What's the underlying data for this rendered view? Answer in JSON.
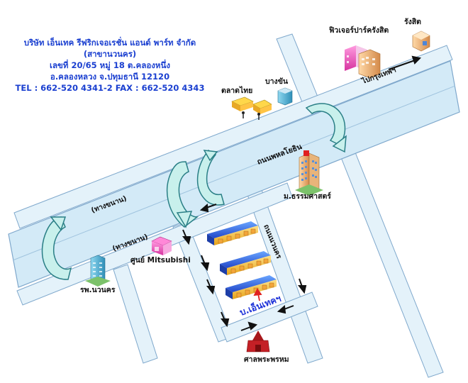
{
  "company": {
    "name": "บริษัท เอ็นเทค รีฟริกเจอเรชั่น แอนด์ พาร์ท จำกัด",
    "branch": "(สาขานวนคร)",
    "address1": "เลขที่ 20/65 หมู่ 18 ต.คลองหนึ่ง",
    "address2": "อ.คลองหลวง จ.ปทุมธานี 12120",
    "phone": "TEL : 662-520 4341-2 FAX : 662-520 4343"
  },
  "colors": {
    "road_fill": "#e4f2fa",
    "road_edge": "#7fa8cc",
    "highway_fill": "#d3eaf7",
    "arrow": "#111111",
    "overpass": "#c8f0ec",
    "overpass_edge": "#2a7f86",
    "company_text": "#1a2fd8",
    "marker": "#e02020"
  },
  "labels": {
    "future_park": "ฟิวเจอร์ปาร์ครังสิต",
    "rangsit": "รังสิต",
    "to_bangkok": "ไปกรุงเทพฯ",
    "talad_thai": "ตลาดไทย",
    "bang_khan": "บางขัน",
    "phahonyothin": "ถนนพหลโยธิน",
    "thammasat": "ม.ธรรมศาสตร์",
    "frontage_road_1": "(ทางขนาน)",
    "frontage_road_2": "(ทางขนาน)",
    "mitsubishi": "ศูนย์ Mitsubishi",
    "navanakorn_hospital": "รพ.นวนคร",
    "navanakorn_road": "ถนนนวนคร",
    "company_marker": "บ.เอ็นเทคฯ",
    "shrine": "ศาลพระพรหม"
  },
  "icons": {
    "mall": "mall-building-icon",
    "shop": "shop-icon",
    "market": "market-stalls-icon",
    "office": "office-building-icon",
    "university": "university-tower-icon",
    "showroom": "showroom-icon",
    "hospital": "hospital-building-icon",
    "factory": "factory-icon",
    "shrine": "shrine-icon"
  }
}
